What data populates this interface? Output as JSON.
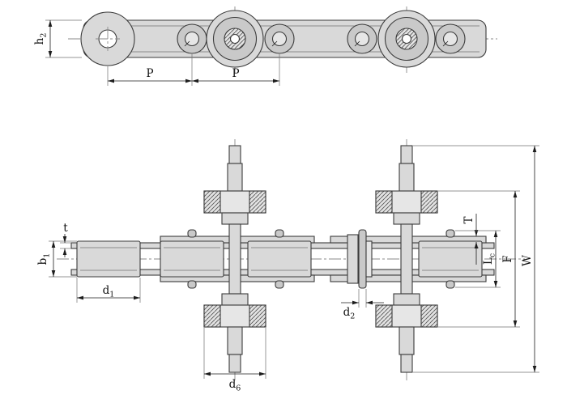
{
  "drawing": {
    "type": "roller-conveyor-chain-technical-drawing",
    "colors": {
      "line": "#3b3b3b",
      "metal_fill": "#d9d9d9",
      "background": "#ffffff"
    }
  },
  "labels": {
    "h2": {
      "base": "h",
      "sub": "2"
    },
    "p1": "P",
    "p2": "P",
    "t": "t",
    "b1": {
      "base": "b",
      "sub": "1"
    },
    "d1": {
      "base": "d",
      "sub": "1"
    },
    "d2": {
      "base": "d",
      "sub": "2"
    },
    "d6": {
      "base": "d",
      "sub": "6"
    },
    "T": "T",
    "Lc": {
      "base": "L",
      "sub": "c"
    },
    "F": "F",
    "W": "W"
  }
}
